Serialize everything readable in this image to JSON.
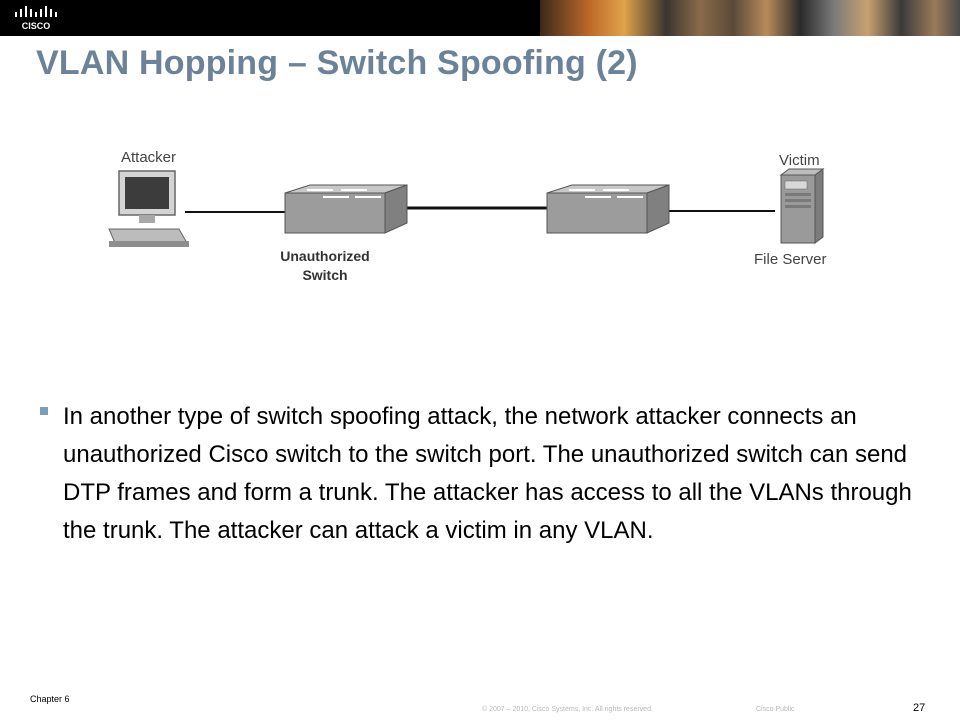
{
  "slide": {
    "title": "VLAN Hopping – Switch Spoofing (2)"
  },
  "header": {
    "logo_text": "CISCO"
  },
  "diagram": {
    "attacker_label": "Attacker",
    "victim_label": "Victim",
    "unauthorized_switch_label_line1": "Unauthorized",
    "unauthorized_switch_label_line2": "Switch",
    "file_server_label": "File Server"
  },
  "body": {
    "bullet_text": "In another type of switch spoofing attack, the network attacker connects an unauthorized Cisco switch to the switch port. The unauthorized switch can send DTP frames and form a trunk. The attacker has access to all the VLANs through the trunk. The attacker can attack a victim in any VLAN."
  },
  "footer": {
    "chapter": "Chapter 6",
    "copyright": "© 2007 – 2010, Cisco Systems, Inc. All rights reserved.",
    "classification": "Cisco Public",
    "page_number": "27"
  }
}
